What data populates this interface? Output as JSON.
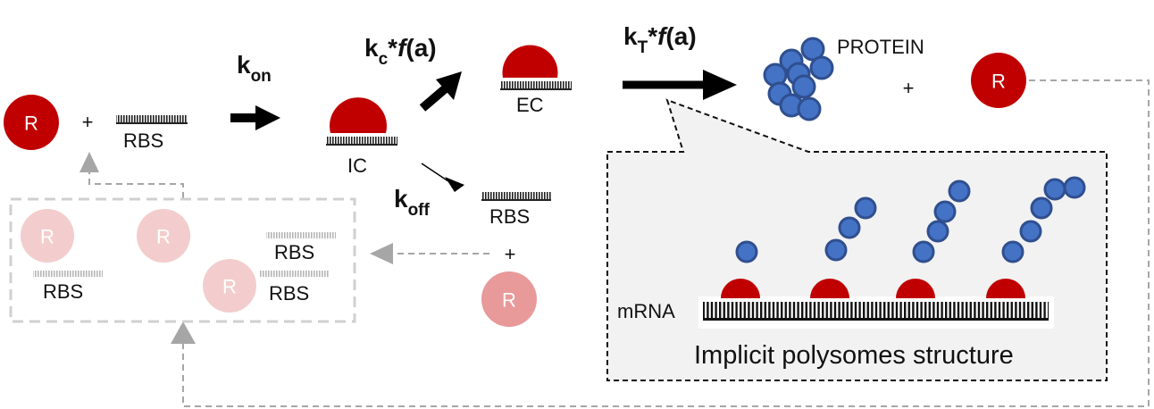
{
  "colors": {
    "ribosome_dark": "#c00000",
    "ribosome_pink": "#e8999a",
    "ribosome_faded": "#f3cdcd",
    "protein_blue": "#4472c4",
    "protein_border": "#2f4f8f",
    "dashed_gray": "#a6a6a6",
    "panel_gray": "#f2f2f2"
  },
  "ribosome_letter": "R",
  "plus_sign": "+",
  "labels": {
    "rbs": "RBS",
    "ic": "IC",
    "ec": "EC",
    "protein": "PROTEIN",
    "mrna": "mRNA",
    "polysome_caption": "Implicit polysomes structure"
  },
  "rates": {
    "kon": {
      "base": "k",
      "sub": "on"
    },
    "koff": {
      "base": "k",
      "sub": "off"
    },
    "kc": {
      "base": "k",
      "sub": "c",
      "rest": "*",
      "func": "f",
      "arg": "(a)"
    },
    "kt": {
      "base": "k",
      "sub": "T",
      "rest": "*",
      "func": "f",
      "arg": "(a)"
    }
  }
}
